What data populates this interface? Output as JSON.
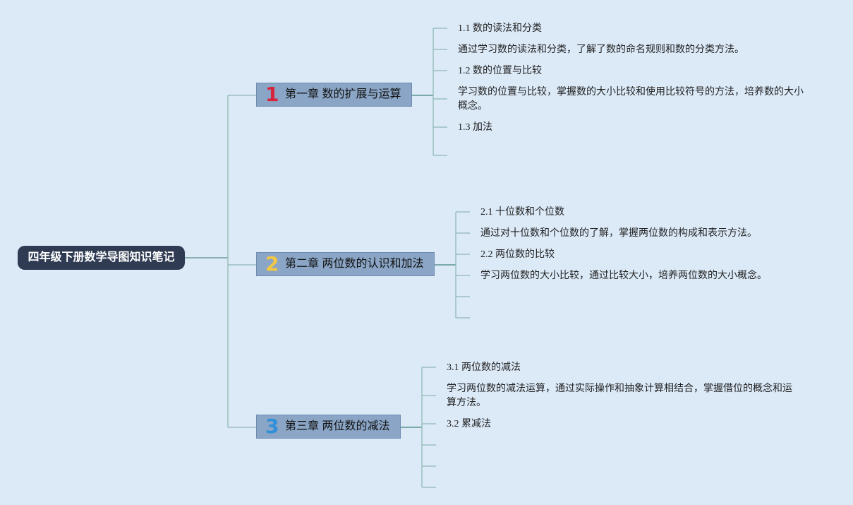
{
  "root": {
    "title": "四年级下册数学导图知识笔记"
  },
  "chapters": [
    {
      "number": "1",
      "number_color": "#d8233c",
      "title": "第一章 数的扩展与运算",
      "items": [
        "1.1 数的读法和分类",
        "通过学习数的读法和分类，了解了数的命名规则和数的分类方法。",
        "1.2 数的位置与比较",
        "学习数的位置与比较，掌握数的大小比较和使用比较符号的方法，培养数的大小概念。",
        "1.3 加法"
      ]
    },
    {
      "number": "2",
      "number_color": "#f2c744",
      "title": "第二章 两位数的认识和加法",
      "items": [
        "2.1 十位数和个位数",
        "通过对十位数和个位数的了解，掌握两位数的构成和表示方法。",
        "2.2 两位数的比较",
        "学习两位数的大小比较，通过比较大小，培养两位数的大小概念。"
      ]
    },
    {
      "number": "3",
      "number_color": "#2f8fd8",
      "title": "第三章 两位数的减法",
      "items": [
        "3.1 两位数的减法",
        "学习两位数的减法运算，通过实际操作和抽象计算相结合，掌握借位的概念和运算方法。",
        "3.2 累减法"
      ]
    }
  ]
}
